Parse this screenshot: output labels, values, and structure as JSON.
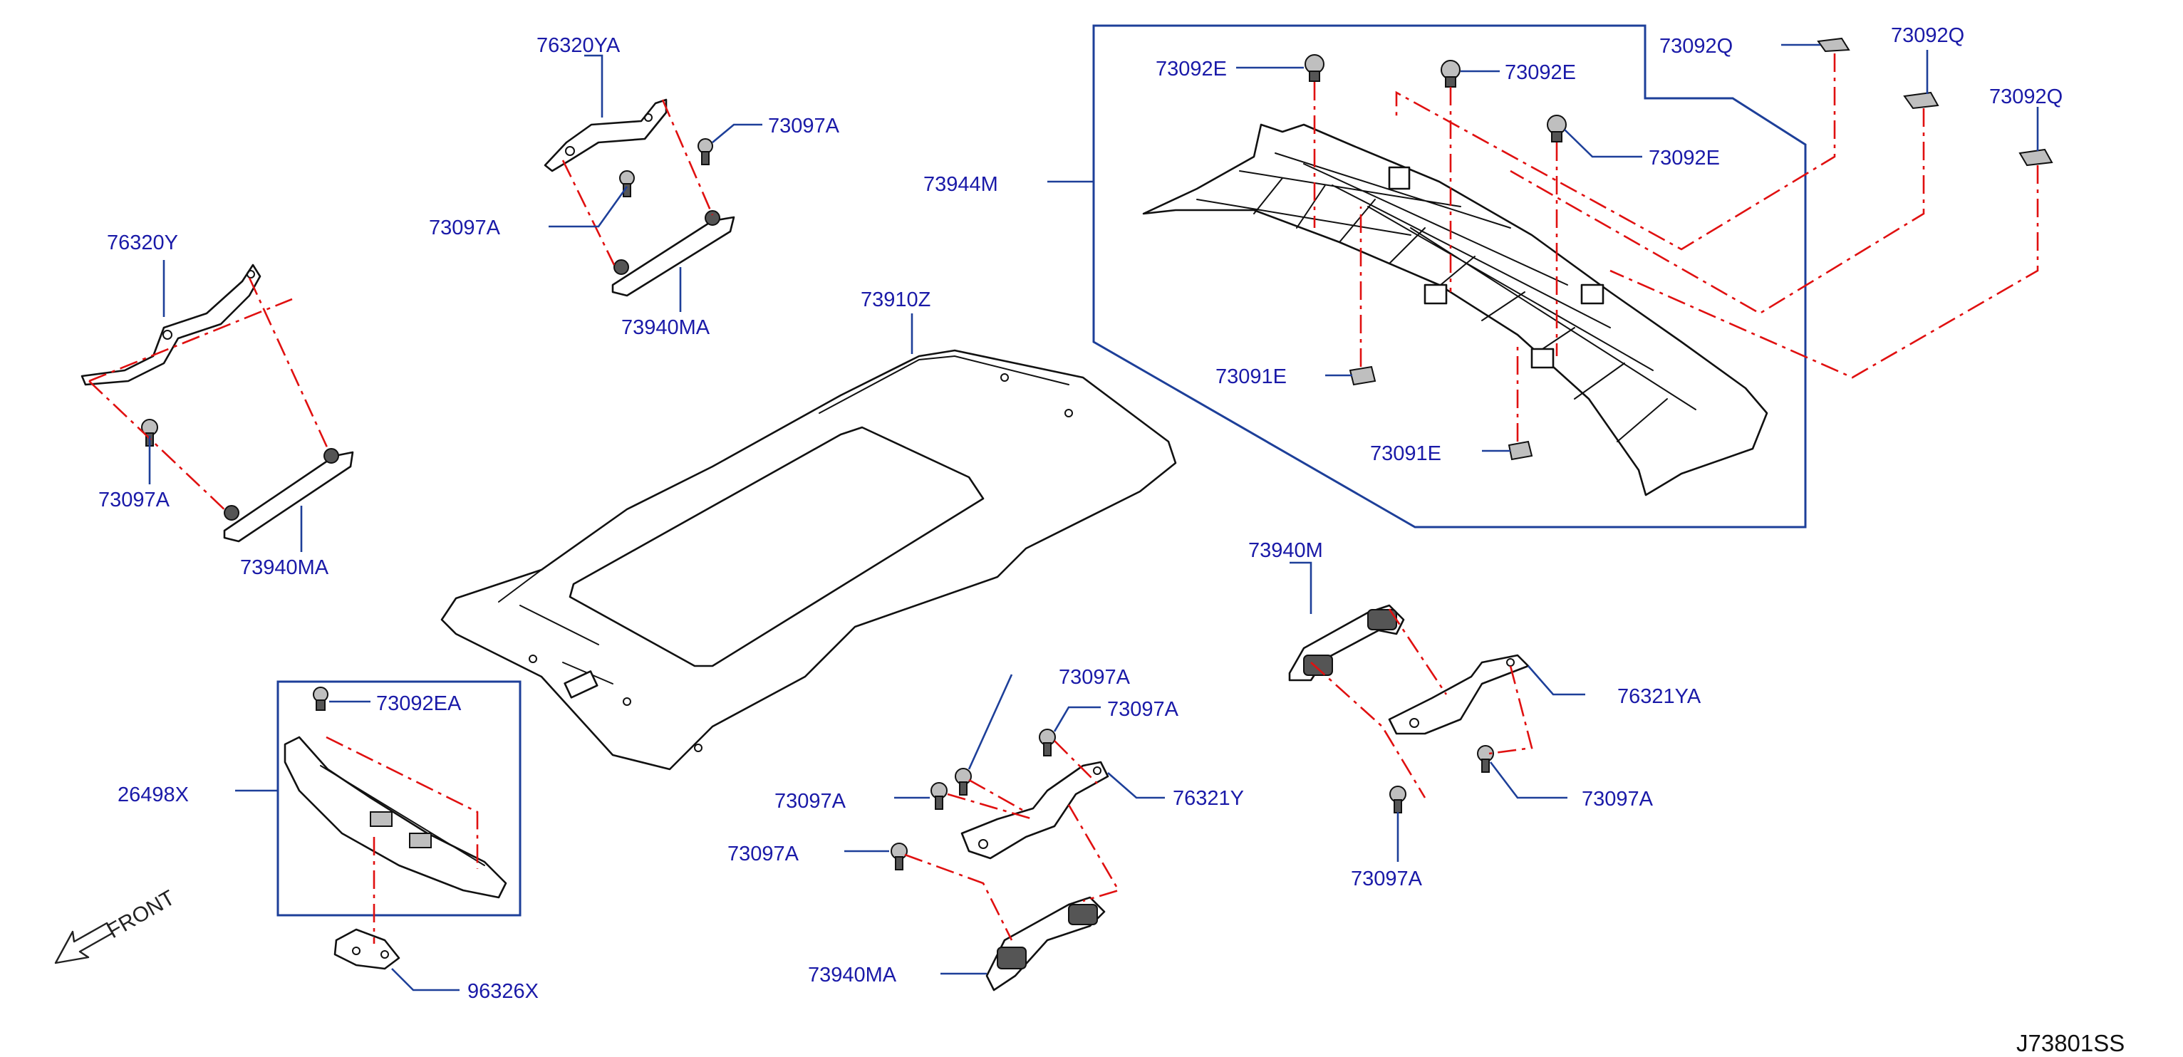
{
  "diagram_code": "J73801SS",
  "front_label": "FRONT",
  "parts": {
    "p76320YA": "76320YA",
    "p73097A_a": "73097A",
    "p73097A_b": "73097A",
    "p73940MA_a": "73940MA",
    "p76320Y": "76320Y",
    "p73097A_c": "73097A",
    "p73940MA_b": "73940MA",
    "p73910Z": "73910Z",
    "p73944M": "73944M",
    "p73092E_a": "73092E",
    "p73092E_b": "73092E",
    "p73092E_c": "73092E",
    "p73092Q_a": "73092Q",
    "p73092Q_b": "73092Q",
    "p73092Q_c": "73092Q",
    "p73091E_a": "73091E",
    "p73091E_b": "73091E",
    "p73940M": "73940M",
    "p76321YA": "76321YA",
    "p73097A_d": "73097A",
    "p73097A_e": "73097A",
    "p73092EA": "73092EA",
    "p26498X": "26498X",
    "p96326X": "96326X",
    "p73097A_f": "73097A",
    "p73097A_g": "73097A",
    "p73097A_h": "73097A",
    "p73097A_i": "73097A",
    "p76321Y": "76321Y",
    "p73940MA_c": "73940MA"
  }
}
